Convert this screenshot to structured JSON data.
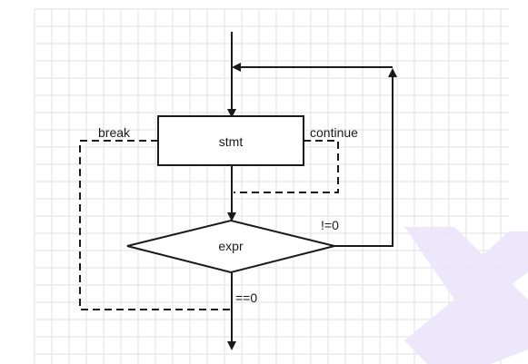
{
  "diagram": {
    "nodes": {
      "stmt": "stmt",
      "expr": "expr"
    },
    "edge_labels": {
      "break": "break",
      "continue": "continue",
      "not_zero": "!=0",
      "equals_zero": "==0"
    }
  },
  "colors": {
    "grid": "#e2e2e2",
    "stroke": "#1a1a1a",
    "watermark": "#ebe4fb"
  }
}
